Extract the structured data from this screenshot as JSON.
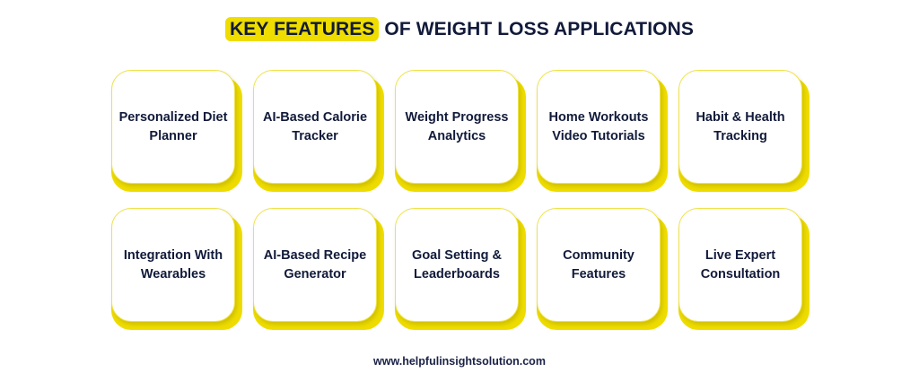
{
  "title": {
    "highlight": "KEY FEATURES",
    "rest": " OF WEIGHT LOSS APPLICATIONS"
  },
  "colors": {
    "accent_yellow": "#EFDD00",
    "text_navy": "#111A3A",
    "background": "#FFFFFF"
  },
  "features": [
    {
      "label": "Personalized Diet Planner"
    },
    {
      "label": "AI-Based Calorie Tracker"
    },
    {
      "label": "Weight Progress Analytics"
    },
    {
      "label": "Home Workouts Video Tutorials"
    },
    {
      "label": "Habit & Health Tracking"
    },
    {
      "label": "Integration With Wearables"
    },
    {
      "label": "AI-Based Recipe Generator"
    },
    {
      "label": "Goal Setting & Leaderboards"
    },
    {
      "label": "Community Features"
    },
    {
      "label": "Live Expert Consultation"
    }
  ],
  "footer": {
    "url": "www.helpfulinsightsolution.com"
  }
}
